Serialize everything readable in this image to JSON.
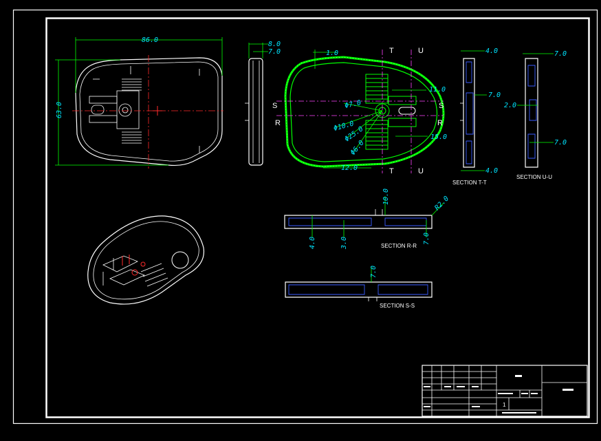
{
  "colors": {
    "background": "#000000",
    "outline": "#ffffff",
    "dimension": "#00ff00",
    "dimension_text": "#00e5ff",
    "centerline": "#ff2a2a",
    "hidden": "#3a5cff"
  },
  "dimensions": {
    "top_width": "86.0",
    "top_height": "63.0",
    "side_a": "8.0",
    "side_b": "7.0",
    "p_1": "1.0",
    "p_11": "11.0",
    "p_15": "15.0",
    "p_12": "12.0",
    "dia_7": "Φ7.0",
    "dia_10": "Φ10.0",
    "dia_25": "Φ25.0",
    "dia_6": "Φ6.0",
    "t_top": "4.0",
    "t_mid": "7.0",
    "t_bot": "4.0",
    "u_top": "7.0",
    "u_mid": "2.0",
    "u_bot": "7.0",
    "r_10": "10.0",
    "r_r2": "R2.0",
    "r_4": "4.0",
    "r_3": "3.0",
    "r_7": "7.0",
    "s_7": "7.0"
  },
  "markers": {
    "T": "T",
    "U": "U",
    "S": "S",
    "R": "R"
  },
  "sections": {
    "tt": "SECTION T-T",
    "uu": "SECTION U-U",
    "rr": "SECTION R-R",
    "ss": "SECTION S-S"
  },
  "title_block": {
    "cell_1": "1"
  }
}
